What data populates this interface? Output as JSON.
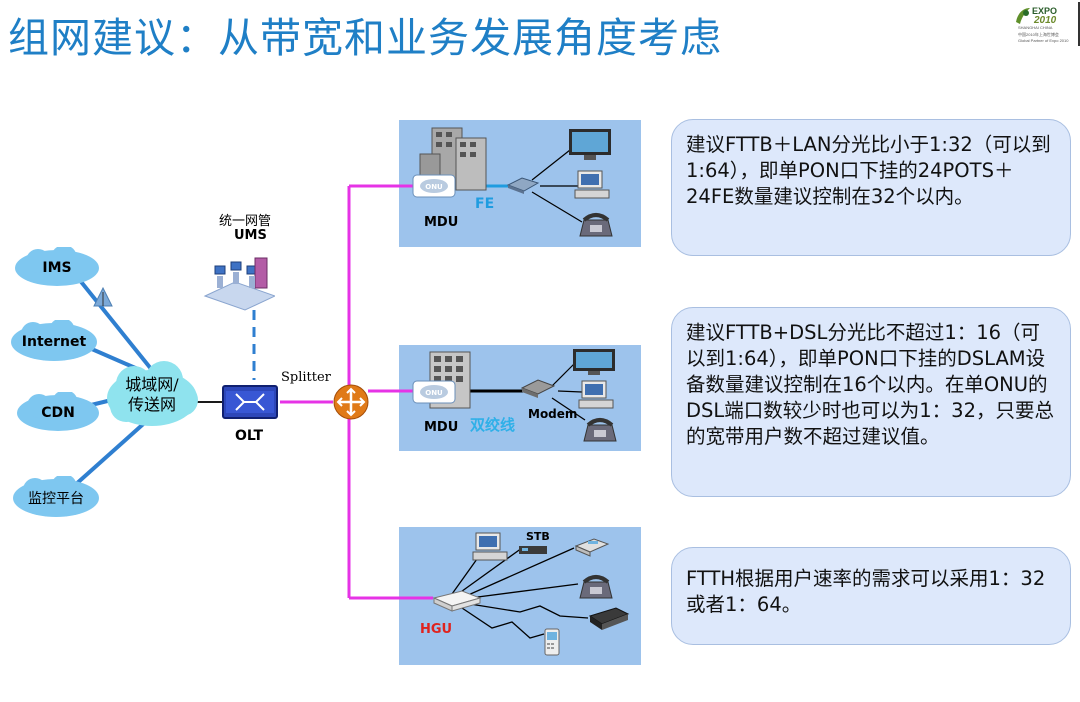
{
  "title": "组网建议：从带宽和业务发展角度考虑",
  "logo": {
    "line1": "EXPO",
    "line2": "2010",
    "line3": "SHANGHAI CHINA",
    "line4": "中国2010年上海世博会",
    "line5": "Global Partner of Expo 2010"
  },
  "clouds": {
    "ims": "IMS",
    "internet": "Internet",
    "cdn": "CDN",
    "monitor": "监控平台",
    "metro_line1": "城域网/",
    "metro_line2": "传送网"
  },
  "labels": {
    "ums_cn": "统一网管",
    "ums": "UMS",
    "splitter": "Splitter",
    "olt": "OLT",
    "mdu1": "MDU",
    "fe": "FE",
    "mdu2": "MDU",
    "twisted_pair": "双绞线",
    "modem": "Modem",
    "stb": "STB",
    "hgu": "HGU",
    "onu": "ONU"
  },
  "notes": {
    "fttb_lan": "建议FTTB＋LAN分光比小于1:32（可以到1:64），即单PON口下挂的24POTS＋24FE数量建议控制在32个以内。",
    "fttb_dsl": "建议FTTB+DSL分光比不超过1：16（可以到1:64），即单PON口下挂的DSLAM设备数量建议控制在16个以内。在单ONU的DSL端口数较少时也可以为1：32，只要总的宽带用户数不超过建议值。",
    "ftth": "FTTH根据用户速率的需求可以采用1：32或者1：64。"
  },
  "colors": {
    "title": "#1f7fc6",
    "fiber": "#e633e6",
    "link": "#2f7fd0",
    "panel": "#9dc3ec",
    "note_bg": "#dde8fb",
    "cloud": "#7ec7f0",
    "metro_cloud": "#8fe3ee",
    "twisted_pair_text": "#2fb0e8",
    "hgu_text": "#e0231e"
  }
}
